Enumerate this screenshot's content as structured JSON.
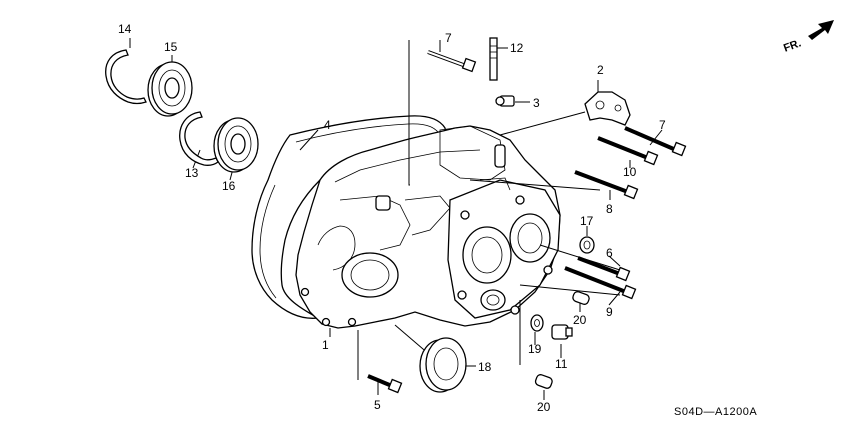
{
  "diagram_code": "S04D—A1200A",
  "direction_label": "FR.",
  "callouts": [
    {
      "id": "c1",
      "text": "1"
    },
    {
      "id": "c2",
      "text": "2"
    },
    {
      "id": "c3",
      "text": "3"
    },
    {
      "id": "c4",
      "text": "4"
    },
    {
      "id": "c5",
      "text": "5"
    },
    {
      "id": "c6",
      "text": "6"
    },
    {
      "id": "c7a",
      "text": "7"
    },
    {
      "id": "c7b",
      "text": "7"
    },
    {
      "id": "c8",
      "text": "8"
    },
    {
      "id": "c9",
      "text": "9"
    },
    {
      "id": "c10",
      "text": "10"
    },
    {
      "id": "c11",
      "text": "11"
    },
    {
      "id": "c12",
      "text": "12"
    },
    {
      "id": "c13",
      "text": "13"
    },
    {
      "id": "c14",
      "text": "14"
    },
    {
      "id": "c15",
      "text": "15"
    },
    {
      "id": "c16",
      "text": "16"
    },
    {
      "id": "c17",
      "text": "17"
    },
    {
      "id": "c18",
      "text": "18"
    },
    {
      "id": "c19",
      "text": "19"
    },
    {
      "id": "c20a",
      "text": "20"
    },
    {
      "id": "c20b",
      "text": "20"
    }
  ]
}
